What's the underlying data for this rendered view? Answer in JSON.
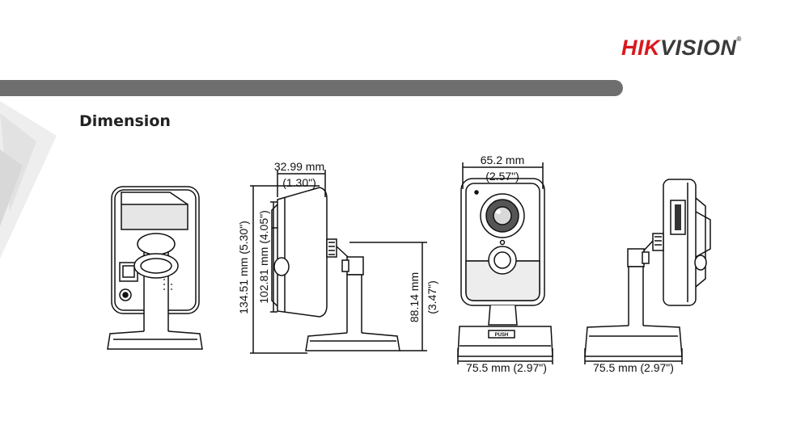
{
  "brand": {
    "hik": "HIK",
    "vision": "VISION",
    "mark": "®"
  },
  "section_title": "Dimension",
  "dimensions": {
    "depth_mm": "32.99 mm",
    "depth_in": "(1.30\")",
    "width_mm": "65.2 mm",
    "width_in": "(2.57\")",
    "height_total": "134.51 mm (5.30\")",
    "height_body": "102.81 mm (4.05\")",
    "height_mount_mm": "88.14 mm",
    "height_mount_in": "(3.47\")",
    "base_front": "75.5 mm (2.97\")",
    "base_side": "75.5 mm (2.97\")"
  },
  "labels": {
    "push": "PUSH"
  },
  "colors": {
    "brand_red": "#d7191f",
    "bar_gray": "#6e6e6e",
    "line": "#111111"
  }
}
